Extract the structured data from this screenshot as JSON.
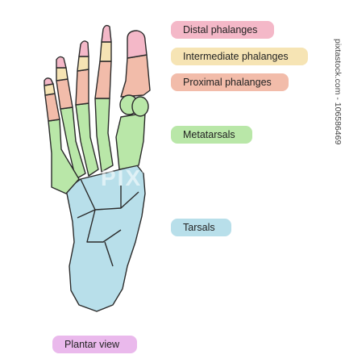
{
  "labels": {
    "distal": "Distal phalanges",
    "intermediate": "Intermediate phalanges",
    "proximal": "Proximal phalanges",
    "metatarsals": "Metatarsals",
    "tarsals": "Tarsals",
    "view": "Plantar view"
  },
  "watermark": "PIXTA",
  "stock_id": "pixtastock.com - 106586469",
  "colors": {
    "distal": "#f4b8c8",
    "intermediate": "#f6e4b4",
    "proximal": "#f2bcaa",
    "metatarsals": "#b9e7a8",
    "tarsals": "#b8dfea",
    "view": "#eab9ec",
    "outline": "#2b2b2b"
  }
}
